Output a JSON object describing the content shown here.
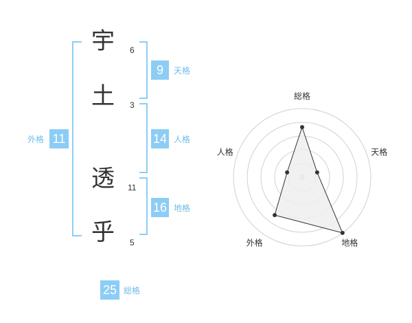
{
  "name": {
    "chars": [
      {
        "char": "宇",
        "strokes": "6"
      },
      {
        "char": "土",
        "strokes": "3"
      },
      {
        "char": "透",
        "strokes": "11"
      },
      {
        "char": "乎",
        "strokes": "5"
      }
    ]
  },
  "fortunes": {
    "tenkaku": {
      "value": "9",
      "label": "天格"
    },
    "jinkaku": {
      "value": "14",
      "label": "人格"
    },
    "chikaku": {
      "value": "16",
      "label": "地格"
    },
    "gaikaku": {
      "value": "11",
      "label": "外格"
    },
    "soukaku": {
      "value": "25",
      "label": "総格"
    }
  },
  "radar": {
    "axes": [
      "総格",
      "天格",
      "地格",
      "外格",
      "人格"
    ],
    "values": [
      0.73,
      0.23,
      1.0,
      0.68,
      0.23
    ],
    "levels": 5,
    "colors": {
      "grid": "#d0d0d0",
      "fill": "#efefef",
      "stroke": "#333333",
      "center": "#cccccc"
    }
  }
}
